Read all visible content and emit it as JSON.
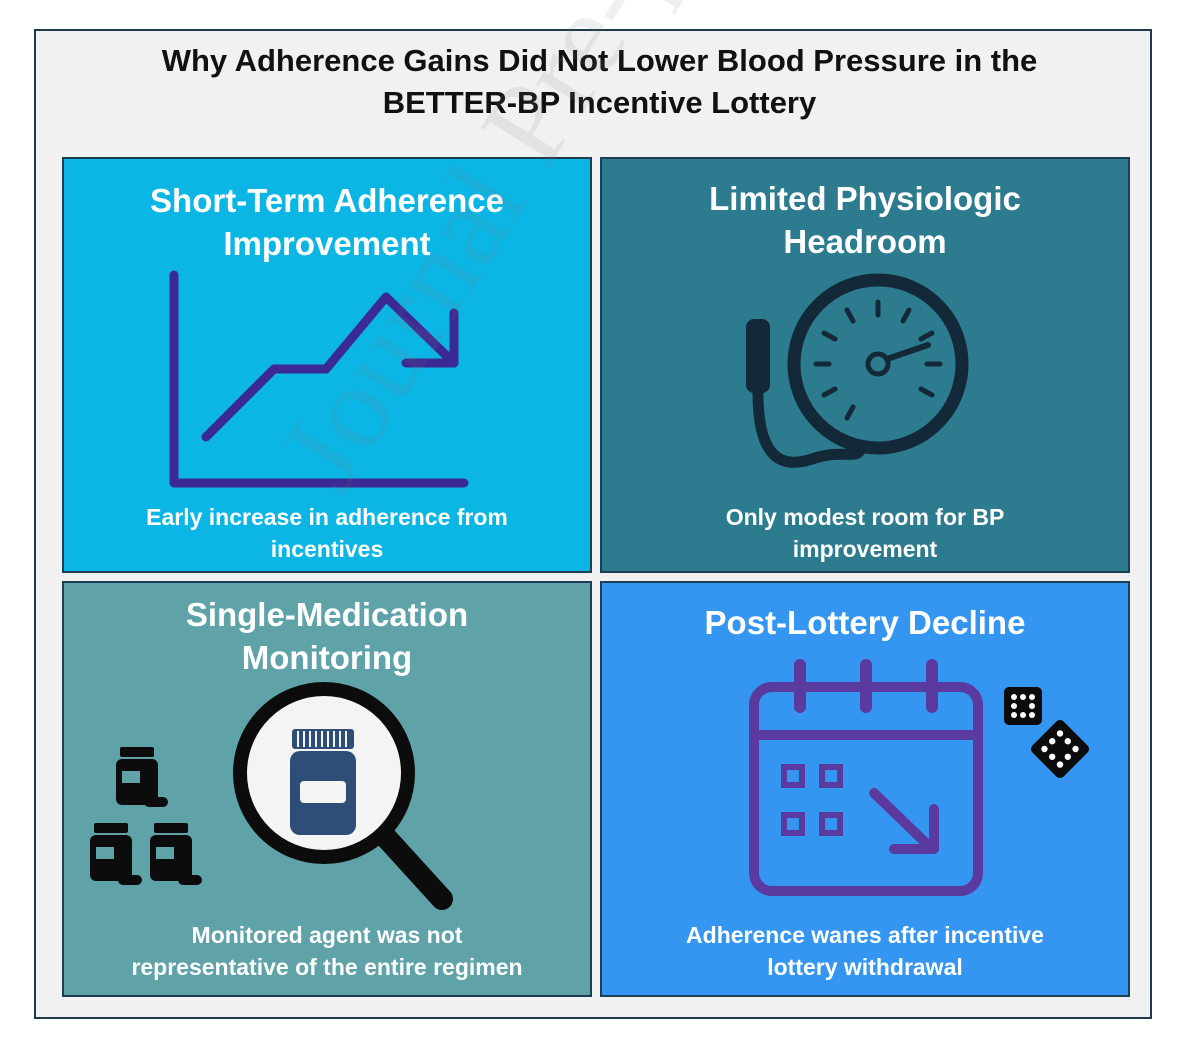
{
  "title": {
    "line1": "Why Adherence Gains Did Not Lower Blood Pressure in the",
    "line2": "BETTER-BP Incentive Lottery"
  },
  "panels": [
    {
      "title_line1": "Short-Term Adherence",
      "title_line2": "Improvement",
      "caption_line1": "Early increase in adherence from",
      "caption_line2": "incentives",
      "icon": "trend-up-then-down-chart-icon",
      "color": "#0bb6e5"
    },
    {
      "title_line1": "Limited Physiologic",
      "title_line2": "Headroom",
      "caption_line1": "Only modest room for BP",
      "caption_line2": "improvement",
      "icon": "blood-pressure-gauge-icon",
      "color": "#2d7b8e"
    },
    {
      "title_line1": "Single-Medication",
      "title_line2": "Monitoring",
      "caption_line1": "Monitored agent was not",
      "caption_line2": "representative of the entire regimen",
      "icon": "magnifier-pill-bottle-icon",
      "color": "#5fa3a9"
    },
    {
      "title_line1": "Post-Lottery Decline",
      "caption_line1": "Adherence wanes after incentive",
      "caption_line2": "lottery withdrawal",
      "icon": "calendar-decline-dice-icon",
      "color": "#3596f1"
    }
  ],
  "watermark": "Journal Pre-proof"
}
